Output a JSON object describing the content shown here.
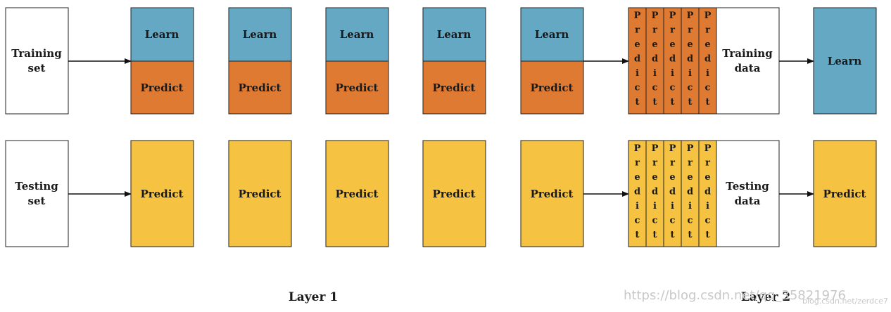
{
  "labels": {
    "learn": "Learn",
    "predict": "Predict",
    "training_set_line1": "Training",
    "training_set_line2": "set",
    "testing_set_line1": "Testing",
    "testing_set_line2": "set",
    "training_data_line1": "Training",
    "training_data_line2": "data",
    "testing_data_line1": "Testing",
    "testing_data_line2": "data",
    "predict_vertical": [
      "P",
      "r",
      "e",
      "d",
      "i",
      "c",
      "t"
    ]
  },
  "layers": {
    "layer1": "Layer 1",
    "layer2": "Layer 2"
  },
  "watermark": {
    "main": "https://blog.csdn.net/qq_35821976",
    "small": "blog.csdn.net/zerdce7"
  },
  "colors": {
    "learn": "#65a8c4",
    "predict_train": "#de7a31",
    "predict_test": "#f5c242",
    "outline": "#222222",
    "white_box": "#ffffff"
  }
}
